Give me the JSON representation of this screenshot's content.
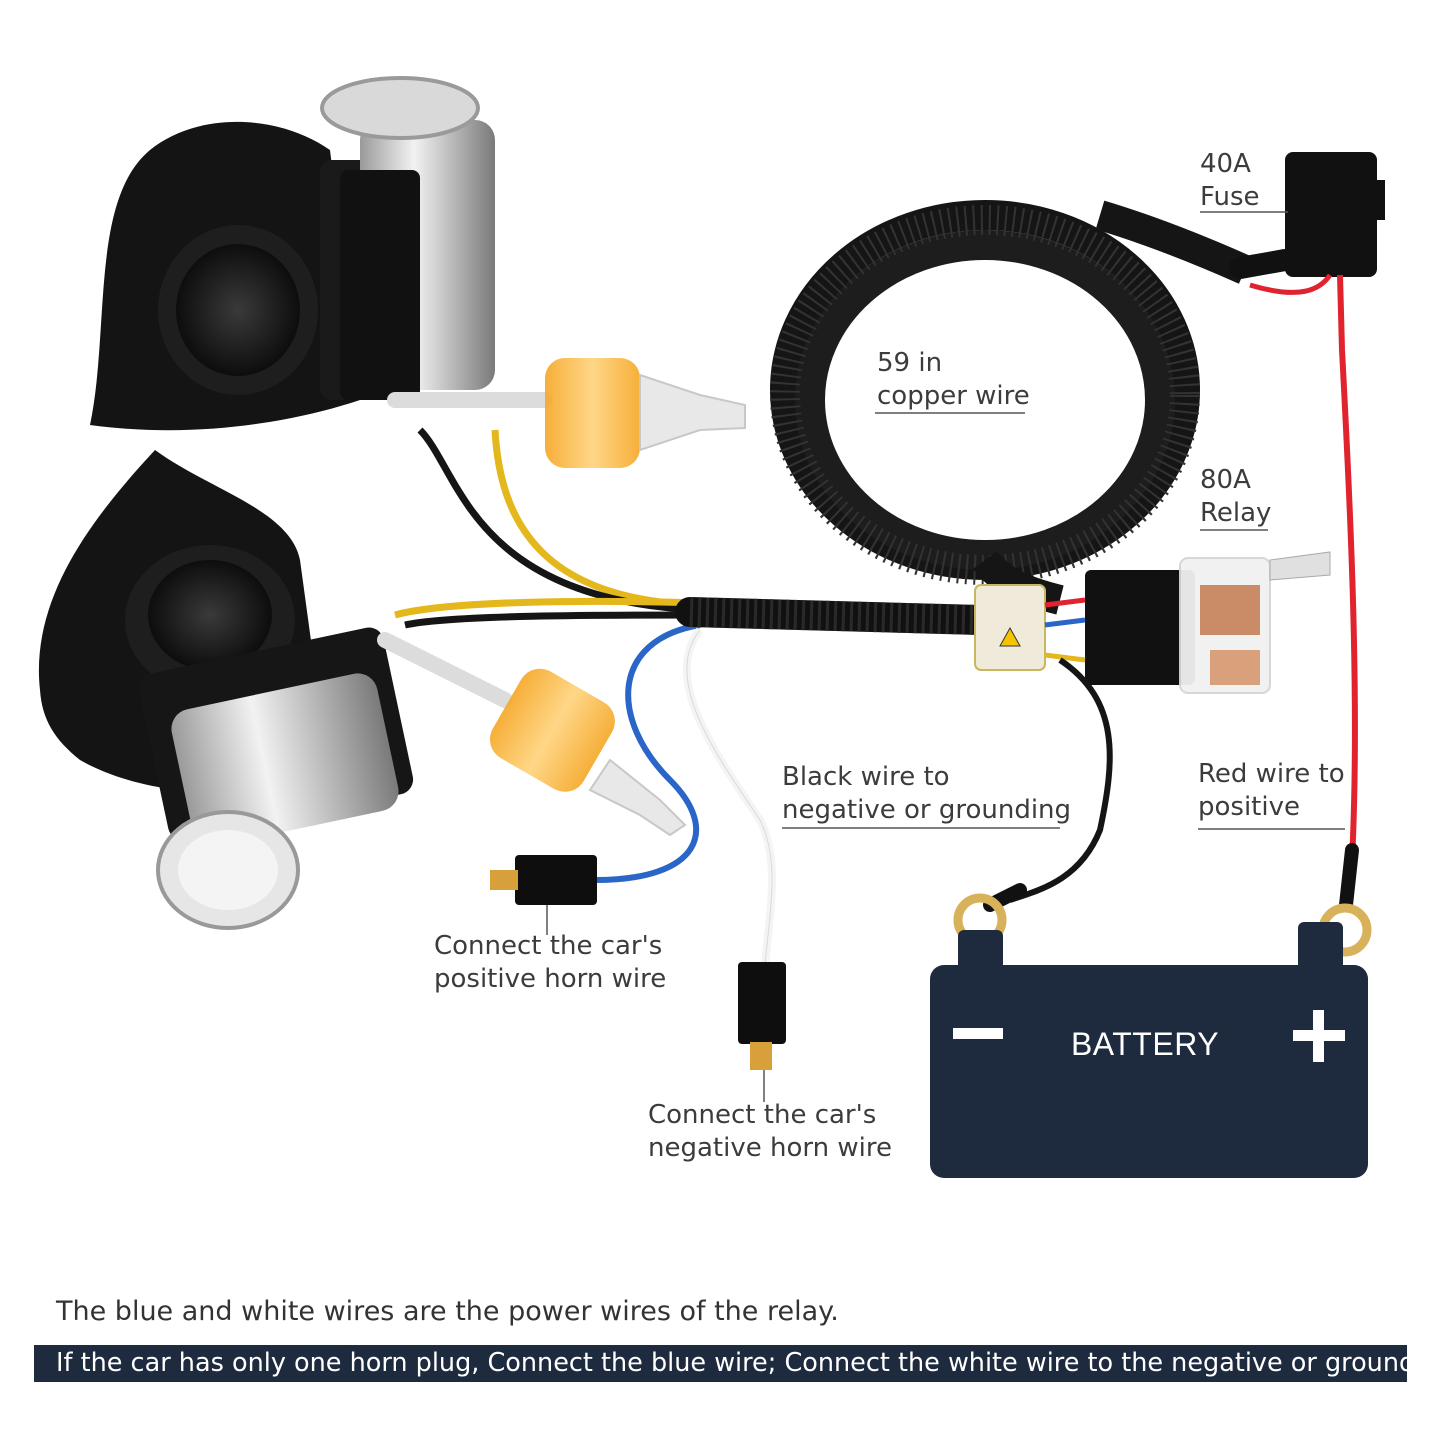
{
  "labels": {
    "fuse": [
      "40A",
      "Fuse"
    ],
    "copper_wire": [
      "59 in",
      "copper wire"
    ],
    "relay": [
      "80A",
      "Relay"
    ],
    "black_wire": [
      "Black wire to",
      "negative or grounding"
    ],
    "red_wire": [
      "Red wire to",
      "positive"
    ],
    "positive_horn": [
      "Connect the car's",
      "positive horn wire"
    ],
    "negative_horn": [
      "Connect the car's",
      "negative horn wire"
    ]
  },
  "battery": {
    "label": "BATTERY",
    "minus": "−",
    "plus": "+"
  },
  "notes": {
    "line1": "The blue and white wires are the power wires of the relay.",
    "line2": "If the car has only one horn plug, Connect the blue wire; Connect the white wire to the negative or ground."
  },
  "colors": {
    "battery": "#1e2a3e",
    "red_wire": "#e0232e",
    "blue_wire": "#2a66c8",
    "yellow_wire": "#e4b81c",
    "black_wire": "#151515",
    "filter": "#f2b94a"
  }
}
